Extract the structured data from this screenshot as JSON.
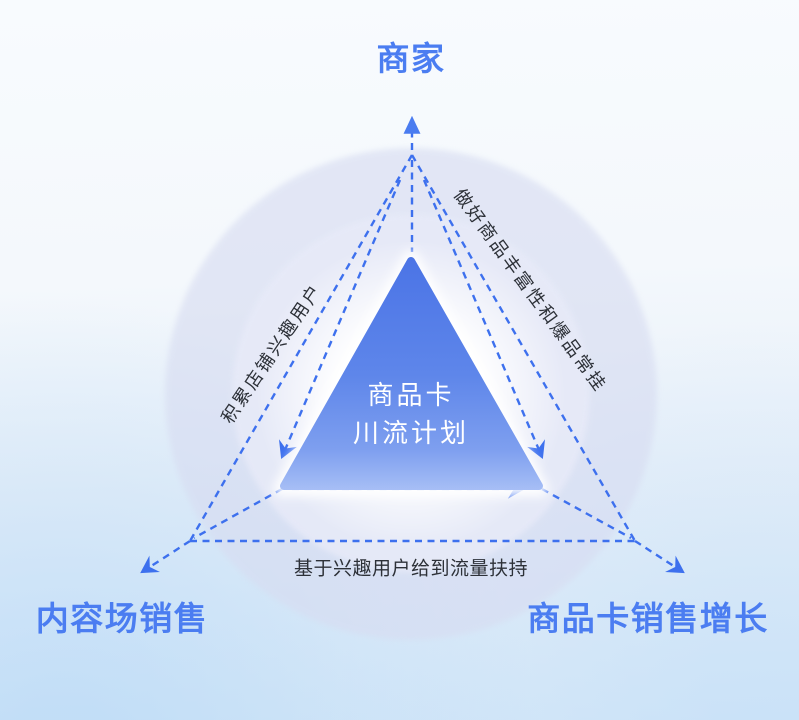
{
  "diagram": {
    "top_label": "商家",
    "bottom_left_label": "内容场销售",
    "bottom_right_label": "商品卡销售增长",
    "core": {
      "line1": "商品卡",
      "line2": "川流计划"
    },
    "edge_labels": {
      "left": "积累店铺兴趣用户",
      "right": "做好商品丰富性和爆品常挂",
      "bottom": "基于兴趣用户给到流量扶持"
    },
    "colors": {
      "label_blue": "#4b7df1",
      "dash_blue": "#3d70ee",
      "dark_text": "#2d3138",
      "triangle_top": "#4b74e6",
      "triangle_bottom": "#a9c0f6",
      "halo_lavender": "#d7dcf1",
      "background_bottom": "#d6e8f8",
      "core_text": "#ffffff"
    }
  }
}
